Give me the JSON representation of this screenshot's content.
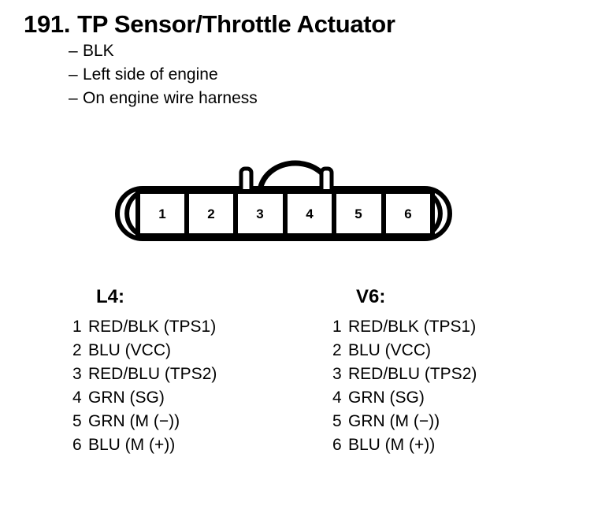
{
  "header": {
    "number": "191.",
    "title": "TP Sensor/Throttle Actuator",
    "notes": [
      {
        "dash": "–",
        "text": "BLK"
      },
      {
        "dash": "–",
        "text": "Left side of engine"
      },
      {
        "dash": "–",
        "text": "On engine wire harness"
      }
    ]
  },
  "connector": {
    "cavities": [
      "1",
      "2",
      "3",
      "4",
      "5",
      "6"
    ],
    "latch_label": "connector-latch",
    "line_color": "#000000",
    "fill_color": "#ffffff"
  },
  "pinouts": [
    {
      "id": "l4",
      "heading": "L4:",
      "rows": [
        {
          "no": "1",
          "label": "RED/BLK (TPS1)"
        },
        {
          "no": "2",
          "label": "BLU (VCC)"
        },
        {
          "no": "3",
          "label": "RED/BLU (TPS2)"
        },
        {
          "no": "4",
          "label": "GRN (SG)"
        },
        {
          "no": "5",
          "label": "GRN (M (−))"
        },
        {
          "no": "6",
          "label": "BLU (M (+))"
        }
      ]
    },
    {
      "id": "v6",
      "heading": "V6:",
      "rows": [
        {
          "no": "1",
          "label": "RED/BLK (TPS1)"
        },
        {
          "no": "2",
          "label": "BLU (VCC)"
        },
        {
          "no": "3",
          "label": "RED/BLU (TPS2)"
        },
        {
          "no": "4",
          "label": "GRN (SG)"
        },
        {
          "no": "5",
          "label": "GRN (M (−))"
        },
        {
          "no": "6",
          "label": "BLU (M (+))"
        }
      ]
    }
  ]
}
